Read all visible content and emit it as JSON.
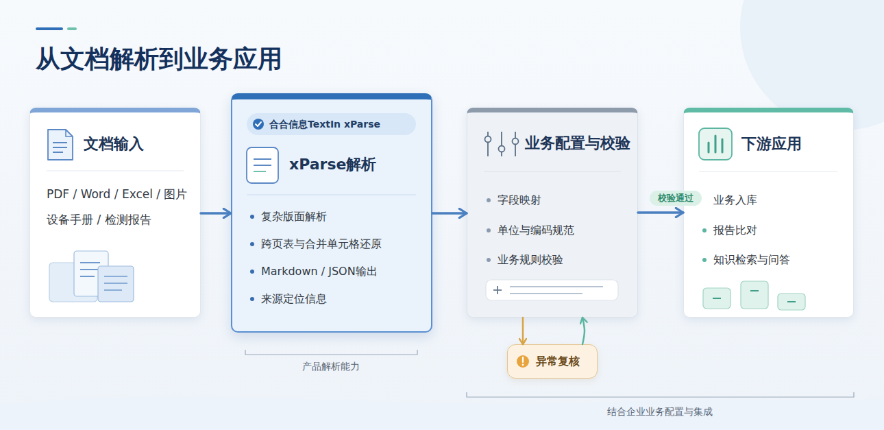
{
  "diagram": {
    "title": "从文档解析到业务应用",
    "nodes": [
      {
        "text": [
          "文档输入",
          "PDF / Word / Excel / 图片",
          "设备手册 / 检测报告"
        ]
      },
      {
        "text": [
          "xParse解析",
          "复杂版面解析",
          "跨页表与合并单元格还原",
          "Markdown / JSON输出",
          "来源定位信息"
        ]
      },
      {
        "text": [
          "合合信息TextIn xParse"
        ],
        "in": 1
      },
      {
        "text": [
          "业务配置与校验",
          "字段映射",
          "单位与编码规范",
          "业务规则校验"
        ]
      },
      {
        "text": [
          "下游应用",
          "业务入库",
          "报告比对",
          "知识检索与问答"
        ]
      },
      {
        "text": [
          "异常复核"
        ]
      }
    ],
    "edges": [
      {
        "from": 0,
        "to": 1,
        "arrow": "to"
      },
      {
        "from": 1,
        "to": 3,
        "arrow": "to"
      },
      {
        "from": 3,
        "to": 4,
        "arrow": "to",
        "label": "校验通过"
      },
      {
        "from": 3,
        "to": 5,
        "arrow": "to"
      },
      {
        "from": 5,
        "to": 3,
        "arrow": "to"
      }
    ],
    "labels": [
      "产品解析能力",
      "结合企业业务配置与集成"
    ]
  }
}
